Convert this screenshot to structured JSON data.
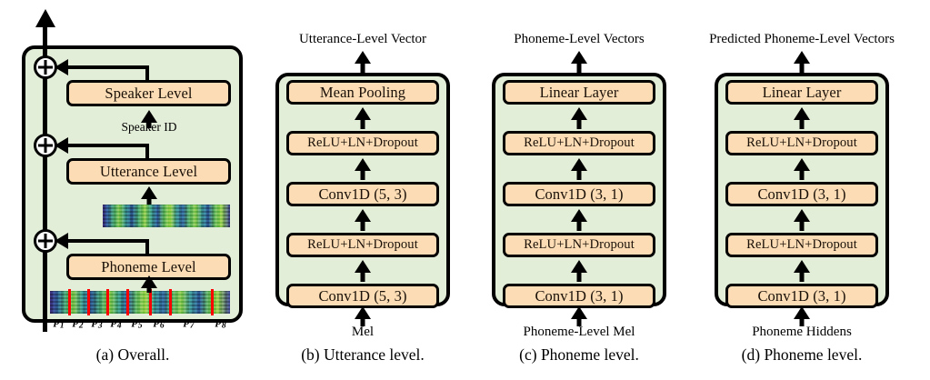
{
  "figure": {
    "panels": [
      {
        "id": "a",
        "caption": "(a) Overall.",
        "blocks": [
          {
            "label": "Speaker Level"
          },
          {
            "label": "Utterance Level"
          },
          {
            "label": "Phoneme Level"
          }
        ],
        "annotations": {
          "speaker_id": "Speaker ID"
        },
        "adders": [
          "plus-node-speaker",
          "plus-node-utterance",
          "plus-node-phoneme"
        ],
        "phoneme_labels": [
          "p1",
          "p2",
          "p3",
          "p4",
          "p5",
          "p6",
          "p7",
          "p8"
        ],
        "phoneme_label_text": [
          "p",
          "p",
          "p",
          "p",
          "p",
          "p",
          "p",
          "p"
        ],
        "phoneme_label_sub": [
          "1",
          "2",
          "3",
          "4",
          "5",
          "6",
          "7",
          "8"
        ]
      },
      {
        "id": "b",
        "caption": "(b) Utterance level.",
        "output_label": "Utterance-Level Vector",
        "input_label": "Mel",
        "blocks": [
          {
            "label": "Mean Pooling"
          },
          {
            "label": "ReLU+LN+Dropout"
          },
          {
            "label": "Conv1D (5, 3)"
          },
          {
            "label": "ReLU+LN+Dropout"
          },
          {
            "label": "Conv1D (5, 3)"
          }
        ]
      },
      {
        "id": "c",
        "caption": "(c) Phoneme level.",
        "output_label": "Phoneme-Level Vectors",
        "input_label": "Phoneme-Level Mel",
        "blocks": [
          {
            "label": "Linear Layer"
          },
          {
            "label": "ReLU+LN+Dropout"
          },
          {
            "label": "Conv1D (3, 1)"
          },
          {
            "label": "ReLU+LN+Dropout"
          },
          {
            "label": "Conv1D (3, 1)"
          }
        ]
      },
      {
        "id": "d",
        "caption": "(d) Phoneme level.",
        "output_label": "Predicted Phoneme-Level Vectors",
        "input_label": "Phoneme Hiddens",
        "blocks": [
          {
            "label": "Linear Layer"
          },
          {
            "label": "ReLU+LN+Dropout"
          },
          {
            "label": "Conv1D (3, 1)"
          },
          {
            "label": "ReLU+LN+Dropout"
          },
          {
            "label": "Conv1D (3, 1)"
          }
        ]
      }
    ],
    "colors": {
      "panel_fill": "#e3eed8",
      "block_fill": "#fbdcb4",
      "stroke": "#000000",
      "phoneme_divider": "#ff0000",
      "background": "#ffffff"
    }
  }
}
